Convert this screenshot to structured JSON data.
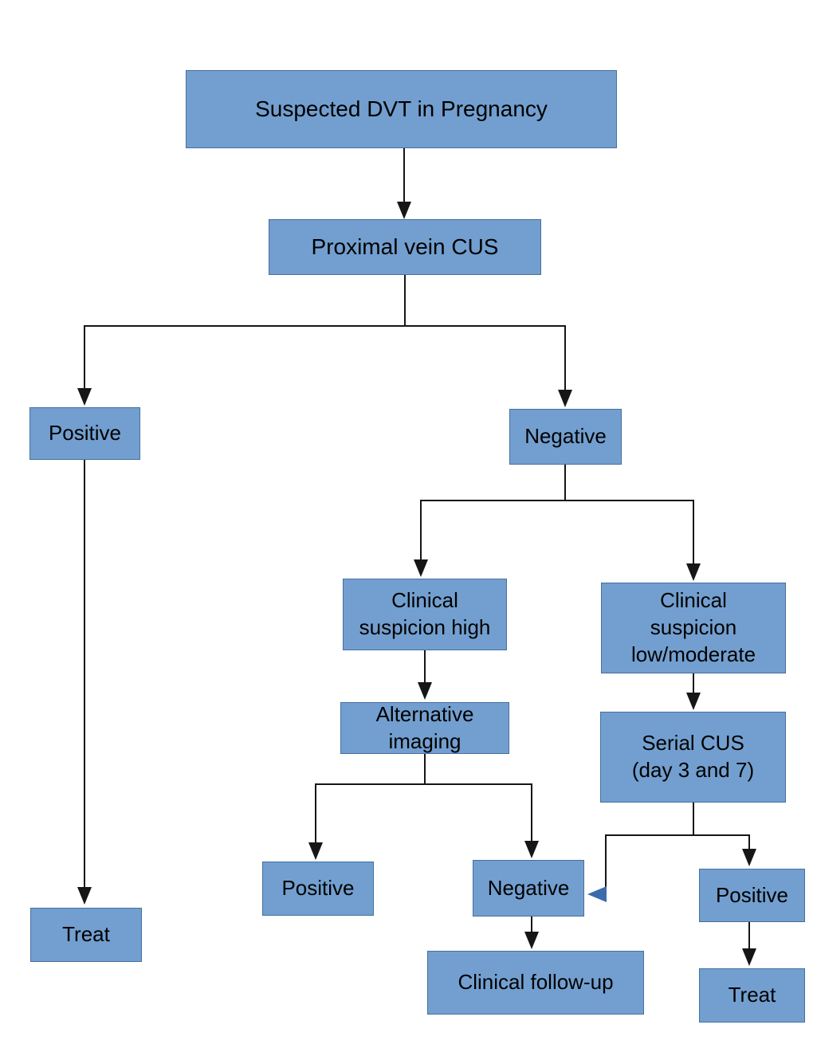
{
  "colors": {
    "node_fill": "#729fcf",
    "node_border": "#45709e",
    "connector": "#161616",
    "branch_arrowhead": "#3b6cae"
  },
  "nodes": {
    "start": {
      "label": "Suspected DVT in Pregnancy"
    },
    "proximal_cus": {
      "label": "Proximal vein CUS"
    },
    "cus_positive": {
      "label": "Positive"
    },
    "cus_negative": {
      "label": "Negative"
    },
    "suspicion_high": {
      "label": "Clinical\nsuspicion high"
    },
    "suspicion_low_moderate": {
      "label": "Clinical\nsuspicion\nlow/moderate"
    },
    "alternative_imaging": {
      "label": "Alternative\nimaging"
    },
    "serial_cus": {
      "label": "Serial CUS\n(day 3 and 7)"
    },
    "imaging_positive": {
      "label": "Positive"
    },
    "imaging_negative": {
      "label": "Negative"
    },
    "clinical_followup": {
      "label": "Clinical follow-up"
    },
    "serial_positive": {
      "label": "Positive"
    },
    "serial_treat": {
      "label": "Treat"
    },
    "treat_left": {
      "label": "Treat"
    }
  },
  "edges": [
    {
      "from": "start",
      "to": "proximal_cus",
      "arrowhead": "black-down"
    },
    {
      "from": "proximal_cus",
      "to": "cus_positive",
      "arrowhead": "black-down"
    },
    {
      "from": "proximal_cus",
      "to": "cus_negative",
      "arrowhead": "black-down"
    },
    {
      "from": "cus_positive",
      "to": "treat_left",
      "arrowhead": "black-down"
    },
    {
      "from": "cus_negative",
      "to": "suspicion_high",
      "arrowhead": "black-down"
    },
    {
      "from": "cus_negative",
      "to": "suspicion_low_moderate",
      "arrowhead": "black-down"
    },
    {
      "from": "suspicion_high",
      "to": "alternative_imaging",
      "arrowhead": "black-down"
    },
    {
      "from": "suspicion_low_moderate",
      "to": "serial_cus",
      "arrowhead": "black-down"
    },
    {
      "from": "alternative_imaging",
      "to": "imaging_positive",
      "arrowhead": "black-down"
    },
    {
      "from": "alternative_imaging",
      "to": "imaging_negative",
      "arrowhead": "black-down"
    },
    {
      "from": "imaging_negative",
      "to": "clinical_followup",
      "arrowhead": "black-down"
    },
    {
      "from": "serial_cus",
      "to": "imaging_negative",
      "arrowhead": "blue-left"
    },
    {
      "from": "serial_cus",
      "to": "serial_positive",
      "arrowhead": "black-down"
    },
    {
      "from": "serial_positive",
      "to": "serial_treat",
      "arrowhead": "black-down"
    }
  ]
}
